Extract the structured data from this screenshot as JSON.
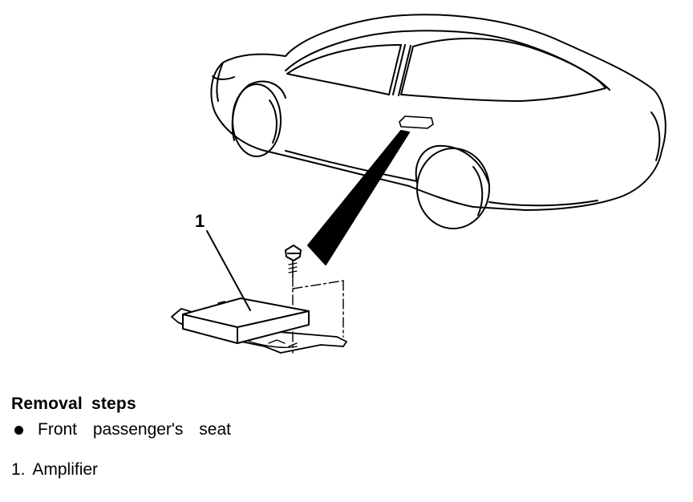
{
  "diagram": {
    "callout_number": "1"
  },
  "procedure": {
    "heading": "Removal steps",
    "bullet_step": "Front passenger's seat",
    "numbered_step": {
      "number": "1.",
      "label": "Amplifier"
    }
  }
}
